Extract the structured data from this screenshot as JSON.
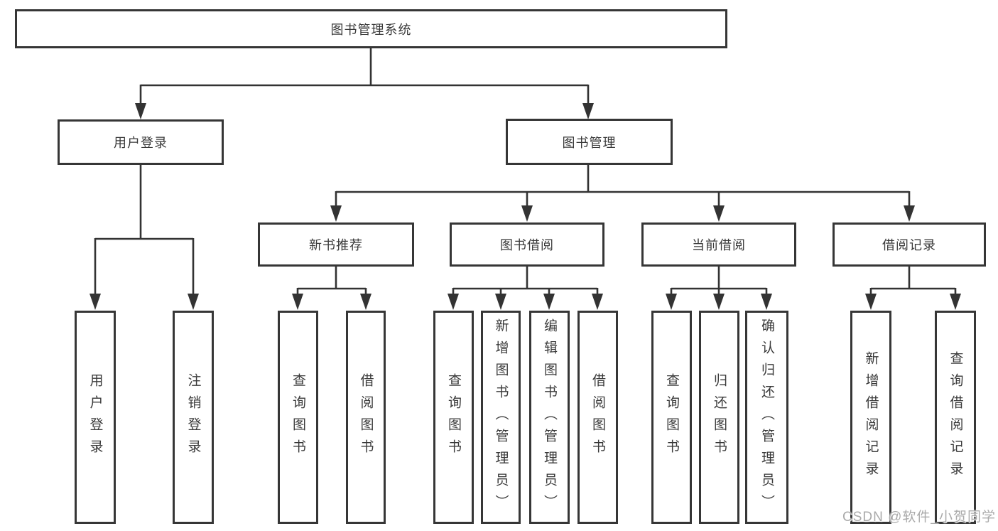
{
  "tree": {
    "root": "图书管理系统",
    "children": [
      {
        "label": "用户登录",
        "children": [
          "用户登录",
          "注销登录"
        ]
      },
      {
        "label": "图书管理",
        "children": [
          {
            "label": "新书推荐",
            "children": [
              "查询图书",
              "借阅图书"
            ]
          },
          {
            "label": "图书借阅",
            "children": [
              "查询图书",
              "新增图书（管理员）",
              "编辑图书（管理员）",
              "借阅图书"
            ]
          },
          {
            "label": "当前借阅",
            "children": [
              "查询图书",
              "归还图书",
              "确认归还（管理员）"
            ]
          },
          {
            "label": "借阅记录",
            "children": [
              "新增借阅记录",
              "查询借阅记录"
            ]
          }
        ]
      }
    ]
  },
  "watermark": "CSDN @软件_小贺同学",
  "colors": {
    "line": "#333333",
    "box_border": "#363636",
    "box_fill": "#ffffff",
    "text": "#3a3a3a",
    "watermark": "#aaaaaa",
    "background": "#ffffff"
  }
}
